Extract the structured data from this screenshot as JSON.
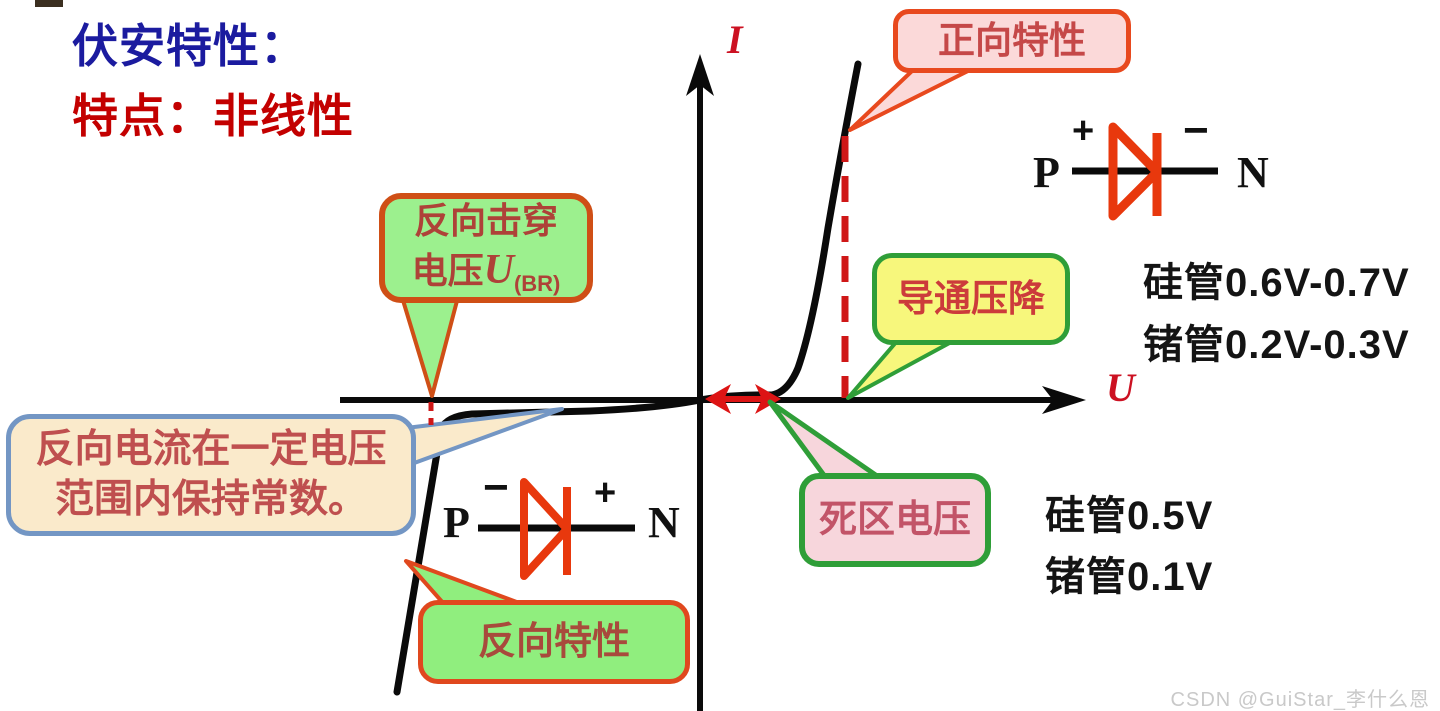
{
  "titles": {
    "line1": "伏安特性：",
    "line2": "特点：非线性"
  },
  "axes": {
    "y_label": "I",
    "x_label": "U"
  },
  "callouts": {
    "forward": {
      "label": "正向特性"
    },
    "breakdown": {
      "line1": "反向击穿",
      "line2_prefix": "电压",
      "symbol": "U",
      "subscript": "(BR)"
    },
    "conduction": {
      "label": "导通压降"
    },
    "reverse_current": {
      "line1": "反向电流在一定电压",
      "line2": "范围内保持常数。"
    },
    "dead_zone": {
      "label": "死区电压"
    },
    "reverse": {
      "label": "反向特性"
    }
  },
  "diodes": {
    "forward_biased": {
      "left_terminal": "P",
      "left_sign": "+",
      "right_sign": "−",
      "right_terminal": "N"
    },
    "reverse_biased": {
      "left_terminal": "P",
      "left_sign": "−",
      "right_sign": "+",
      "right_terminal": "N"
    }
  },
  "values": {
    "conduction_si": "硅管0.6V-0.7V",
    "conduction_ge": "锗管0.2V-0.3V",
    "dead_zone_si": "硅管0.5V",
    "dead_zone_ge": "锗管0.1V"
  },
  "watermark": "CSDN @GuiStar_李什么恩",
  "colors": {
    "title_blue": "#1b1b9f",
    "title_red": "#c30000",
    "curve_black": "#0a0a0a",
    "accent_red": "#d42a10",
    "forward_bubble_fill": "#fbd9d9",
    "forward_bubble_border": "#e8491e",
    "breakdown_bubble_fill": "#9cf08e",
    "breakdown_bubble_border": "#cf4f16",
    "conduction_bubble_fill": "#f7f77c",
    "conduction_bubble_border": "#2f9e38",
    "reverse_current_bubble_fill": "#faeacb",
    "reverse_current_bubble_border": "#7396c4",
    "dead_zone_bubble_fill": "#f7d6dc",
    "dead_zone_bubble_border": "#2f9e38",
    "reverse_bubble_fill": "#90ee7e",
    "reverse_bubble_border": "#e0481e"
  }
}
